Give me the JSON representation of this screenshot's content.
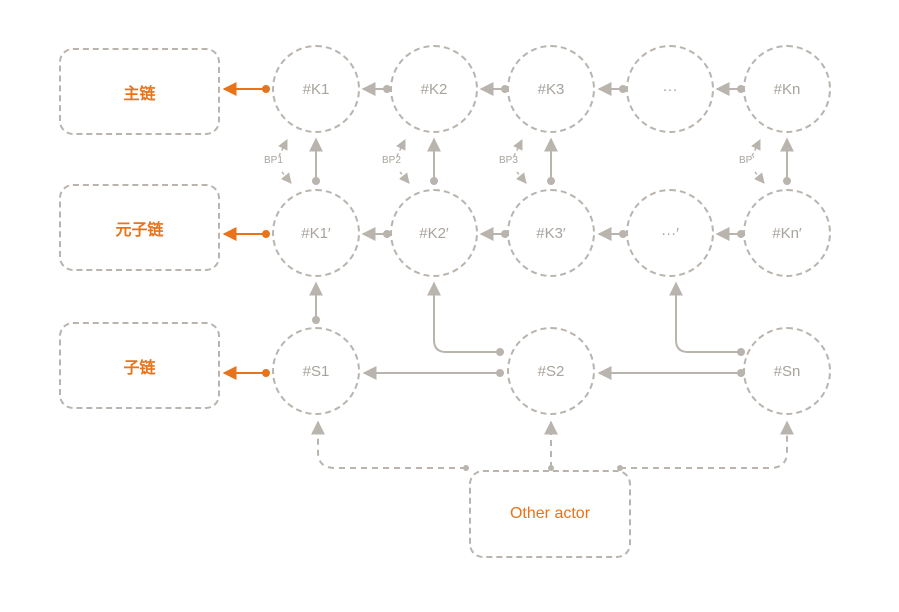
{
  "labels": {
    "main_chain": "主链",
    "meta_sub_chain": "元子链",
    "sub_chain": "子链"
  },
  "nodes": {
    "k1": "#K1",
    "k2": "#K2",
    "k3": "#K3",
    "k_ellipsis": "···",
    "kn": "#Kn",
    "k1p": "#K1′",
    "k2p": "#K2′",
    "k3p": "#K3′",
    "k_ellipsis_p": "···′",
    "knp": "#Kn′",
    "s1": "#S1",
    "s2": "#S2",
    "sn": "#Sn"
  },
  "bp": {
    "bp1": "BP1",
    "bp2": "BP2",
    "bp3": "BP3",
    "bpn": "BP′"
  },
  "actor": "Other actor",
  "colors": {
    "accent": "#e8731a",
    "line": "#b9b4ad",
    "text_grey": "#a8a39c"
  }
}
